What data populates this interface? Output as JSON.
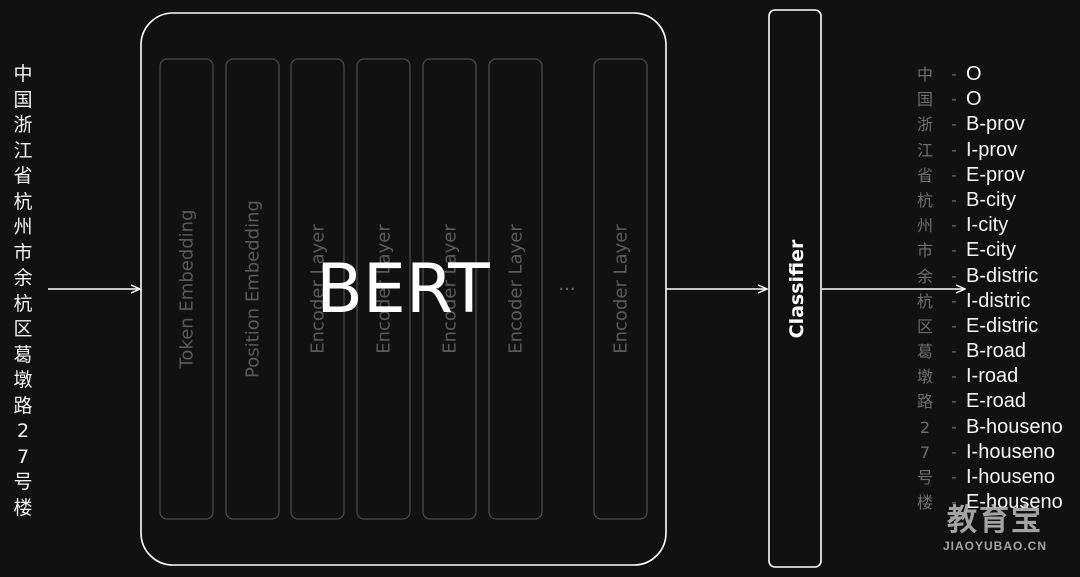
{
  "input_chars": [
    "中",
    "国",
    "浙",
    "江",
    "省",
    "杭",
    "州",
    "市",
    "余",
    "杭",
    "区",
    "葛",
    "墩",
    "路",
    "2",
    "7",
    "号",
    "楼"
  ],
  "model": {
    "title": "BERT",
    "layers": [
      {
        "label": "Token Embedding"
      },
      {
        "label": "Position Embedding"
      },
      {
        "label": "Encoder Layer"
      },
      {
        "label": "Encoder Layer"
      },
      {
        "label": "Encoder Layer"
      },
      {
        "label": "Encoder Layer"
      },
      {
        "label": "Encoder Layer"
      }
    ],
    "ellipsis": "..."
  },
  "classifier": {
    "label": "Classifier"
  },
  "outputs": [
    {
      "char": "中",
      "tag": "O"
    },
    {
      "char": "国",
      "tag": "O"
    },
    {
      "char": "浙",
      "tag": "B-prov"
    },
    {
      "char": "江",
      "tag": "I-prov"
    },
    {
      "char": "省",
      "tag": "E-prov"
    },
    {
      "char": "杭",
      "tag": "B-city"
    },
    {
      "char": "州",
      "tag": "I-city"
    },
    {
      "char": "市",
      "tag": "E-city"
    },
    {
      "char": "余",
      "tag": "B-distric"
    },
    {
      "char": "杭",
      "tag": "I-distric"
    },
    {
      "char": "区",
      "tag": "E-distric"
    },
    {
      "char": "葛",
      "tag": "B-road"
    },
    {
      "char": "墩",
      "tag": "I-road"
    },
    {
      "char": "路",
      "tag": "E-road"
    },
    {
      "char": "2",
      "tag": "B-houseno"
    },
    {
      "char": "7",
      "tag": "I-houseno"
    },
    {
      "char": "号",
      "tag": "I-houseno"
    },
    {
      "char": "楼",
      "tag": "E-houseno"
    }
  ],
  "output_separator": "-",
  "watermark": {
    "main": "教育宝",
    "sub": "JIAOYUBAO.CN"
  },
  "colors": {
    "background": "#111111",
    "stroke": "#ffffff",
    "layer_stroke": "#4a4a4a",
    "layer_text": "#5a5a5a",
    "muted_text": "#6e6e6e"
  }
}
